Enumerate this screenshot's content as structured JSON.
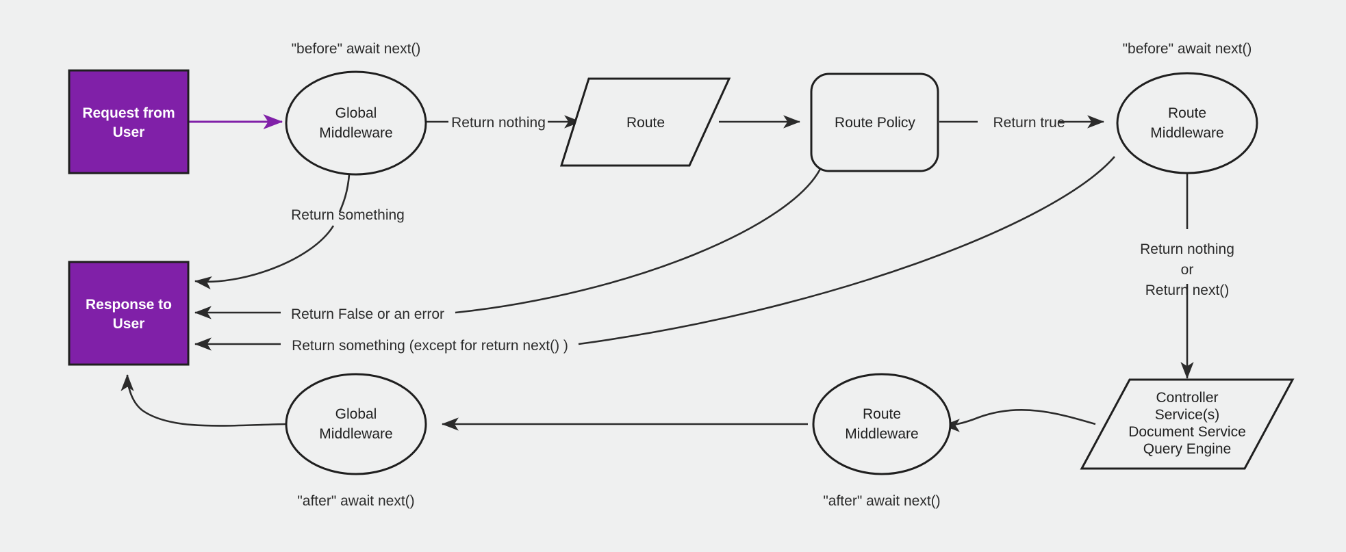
{
  "diagram": {
    "title": "Middleware request/response lifecycle flowchart",
    "background_color": "#eff0f0",
    "accent_color": "#8020a8",
    "line_color": "#2b2b2b",
    "nodes": {
      "request": {
        "line1": "Request from",
        "line2": "User"
      },
      "response": {
        "line1": "Response to",
        "line2": "User"
      },
      "global_mw_top": {
        "line1": "Global",
        "line2": "Middleware"
      },
      "route": {
        "label": "Route"
      },
      "route_policy": {
        "label": "Route Policy"
      },
      "route_mw_top": {
        "line1": "Route",
        "line2": "Middleware"
      },
      "controller": {
        "line1": "Controller",
        "line2": "Service(s)",
        "line3": "Document Service",
        "line4": "Query Engine"
      },
      "route_mw_bottom": {
        "line1": "Route",
        "line2": "Middleware"
      },
      "global_mw_bottom": {
        "line1": "Global",
        "line2": "Middleware"
      }
    },
    "annotations": {
      "before_global": "\"before\" await next()",
      "before_route_mw": "\"before\" await next()",
      "after_global": "\"after\" await next()",
      "after_route_mw": "\"after\" await next()"
    },
    "edge_labels": {
      "return_nothing": "Return nothing",
      "return_true": "Return true",
      "return_something_global": "Return something",
      "return_false_or_error": "Return False or an error",
      "return_something_except_next": "Return something (except for return next() )",
      "return_nothing_or_next_1": "Return nothing",
      "return_nothing_or_next_2": "or",
      "return_nothing_or_next_3": "Return next()"
    }
  }
}
